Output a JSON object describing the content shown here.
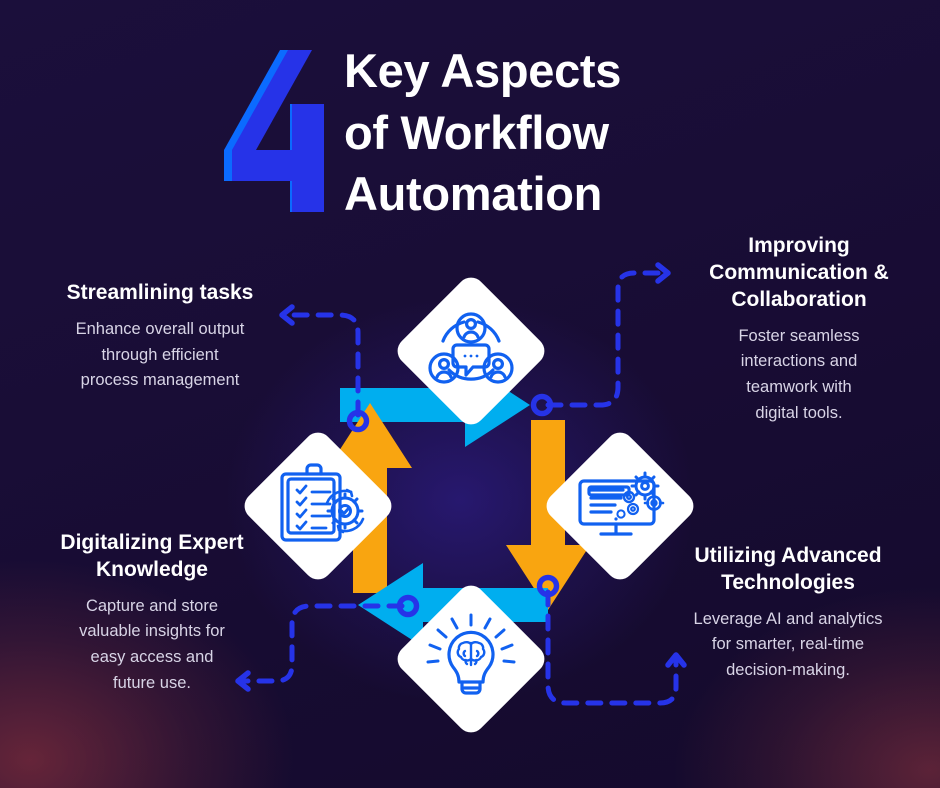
{
  "meta": {
    "infographic_title_number": "4",
    "theme": "workflow-automation-cycle"
  },
  "colors": {
    "background_dark": "#190d36",
    "background_glow_blue": "#3422a0",
    "background_glow_warm": "#96343e",
    "accent_blue": "#2633e8",
    "accent_blue_bright": "#1f4fff",
    "numeral_blue": "#2633e8",
    "numeral_shadow_blue": "#0b6bff",
    "arrow_orange": "#f9a510",
    "arrow_cyan": "#00aeef",
    "icon_blue": "#1161f0",
    "diamond_white": "#ffffff",
    "heading_text": "#ffffff",
    "body_text": "#d8d4e6"
  },
  "header": {
    "numeral": "4",
    "title_lines": [
      "Key Aspects",
      "of Workflow",
      "Automation"
    ]
  },
  "aspects": [
    {
      "id": "streamlining-tasks",
      "position": "top-left",
      "heading": "Streamlining tasks",
      "body": "Enhance overall output through efficient process management",
      "icon": "clipboard-checklist-gear-icon",
      "icon_position": "left",
      "arrow": "orange-up-arrow",
      "connector": "dashed-arrow-up-then-left"
    },
    {
      "id": "improving-communication-collaboration",
      "position": "top-right",
      "heading": "Improving Communication & Collaboration",
      "heading_lines": [
        "Improving",
        "Communication &",
        "Collaboration"
      ],
      "body": "Foster seamless interactions and teamwork with digital tools.",
      "icon": "people-network-chat-icon",
      "icon_position": "top",
      "arrow": "cyan-right-arrow",
      "connector": "dashed-arrow-right-then-up-then-right"
    },
    {
      "id": "utilizing-advanced-technologies",
      "position": "bottom-right",
      "heading": "Utilizing Advanced Technologies",
      "heading_lines": [
        "Utilizing Advanced",
        "Technologies"
      ],
      "body": "Leverage AI and analytics for smarter, real-time decision-making.",
      "icon": "monitor-gears-icon",
      "icon_position": "right",
      "arrow": "orange-down-arrow",
      "connector": "dashed-arrow-down-then-right-then-up"
    },
    {
      "id": "digitalizing-expert-knowledge",
      "position": "bottom-left",
      "heading": "Digitalizing Expert Knowledge",
      "heading_lines": [
        "Digitalizing Expert",
        "Knowledge"
      ],
      "body": "Capture and store valuable insights for easy access and future use.",
      "icon": "lightbulb-brain-icon",
      "icon_position": "bottom",
      "arrow": "cyan-left-arrow",
      "connector": "dashed-arrow-left-then-down-then-left"
    }
  ],
  "blocks": {
    "top_left": {
      "heading": "Streamlining tasks",
      "body_lines": [
        "Enhance overall output",
        "through efficient",
        "process management"
      ]
    },
    "top_right": {
      "heading_lines": [
        "Improving",
        "Communication &",
        "Collaboration"
      ],
      "body_lines": [
        "Foster seamless",
        "interactions and",
        "teamwork with",
        "digital tools."
      ]
    },
    "bottom_left": {
      "heading_lines": [
        "Digitalizing Expert",
        "Knowledge"
      ],
      "body_lines": [
        "Capture and store",
        "valuable insights for",
        "easy access and",
        "future use."
      ]
    },
    "bottom_right": {
      "heading_lines": [
        "Utilizing Advanced",
        "Technologies"
      ],
      "body_lines": [
        "Leverage AI and analytics",
        "for smarter, real-time",
        "decision-making."
      ]
    }
  }
}
